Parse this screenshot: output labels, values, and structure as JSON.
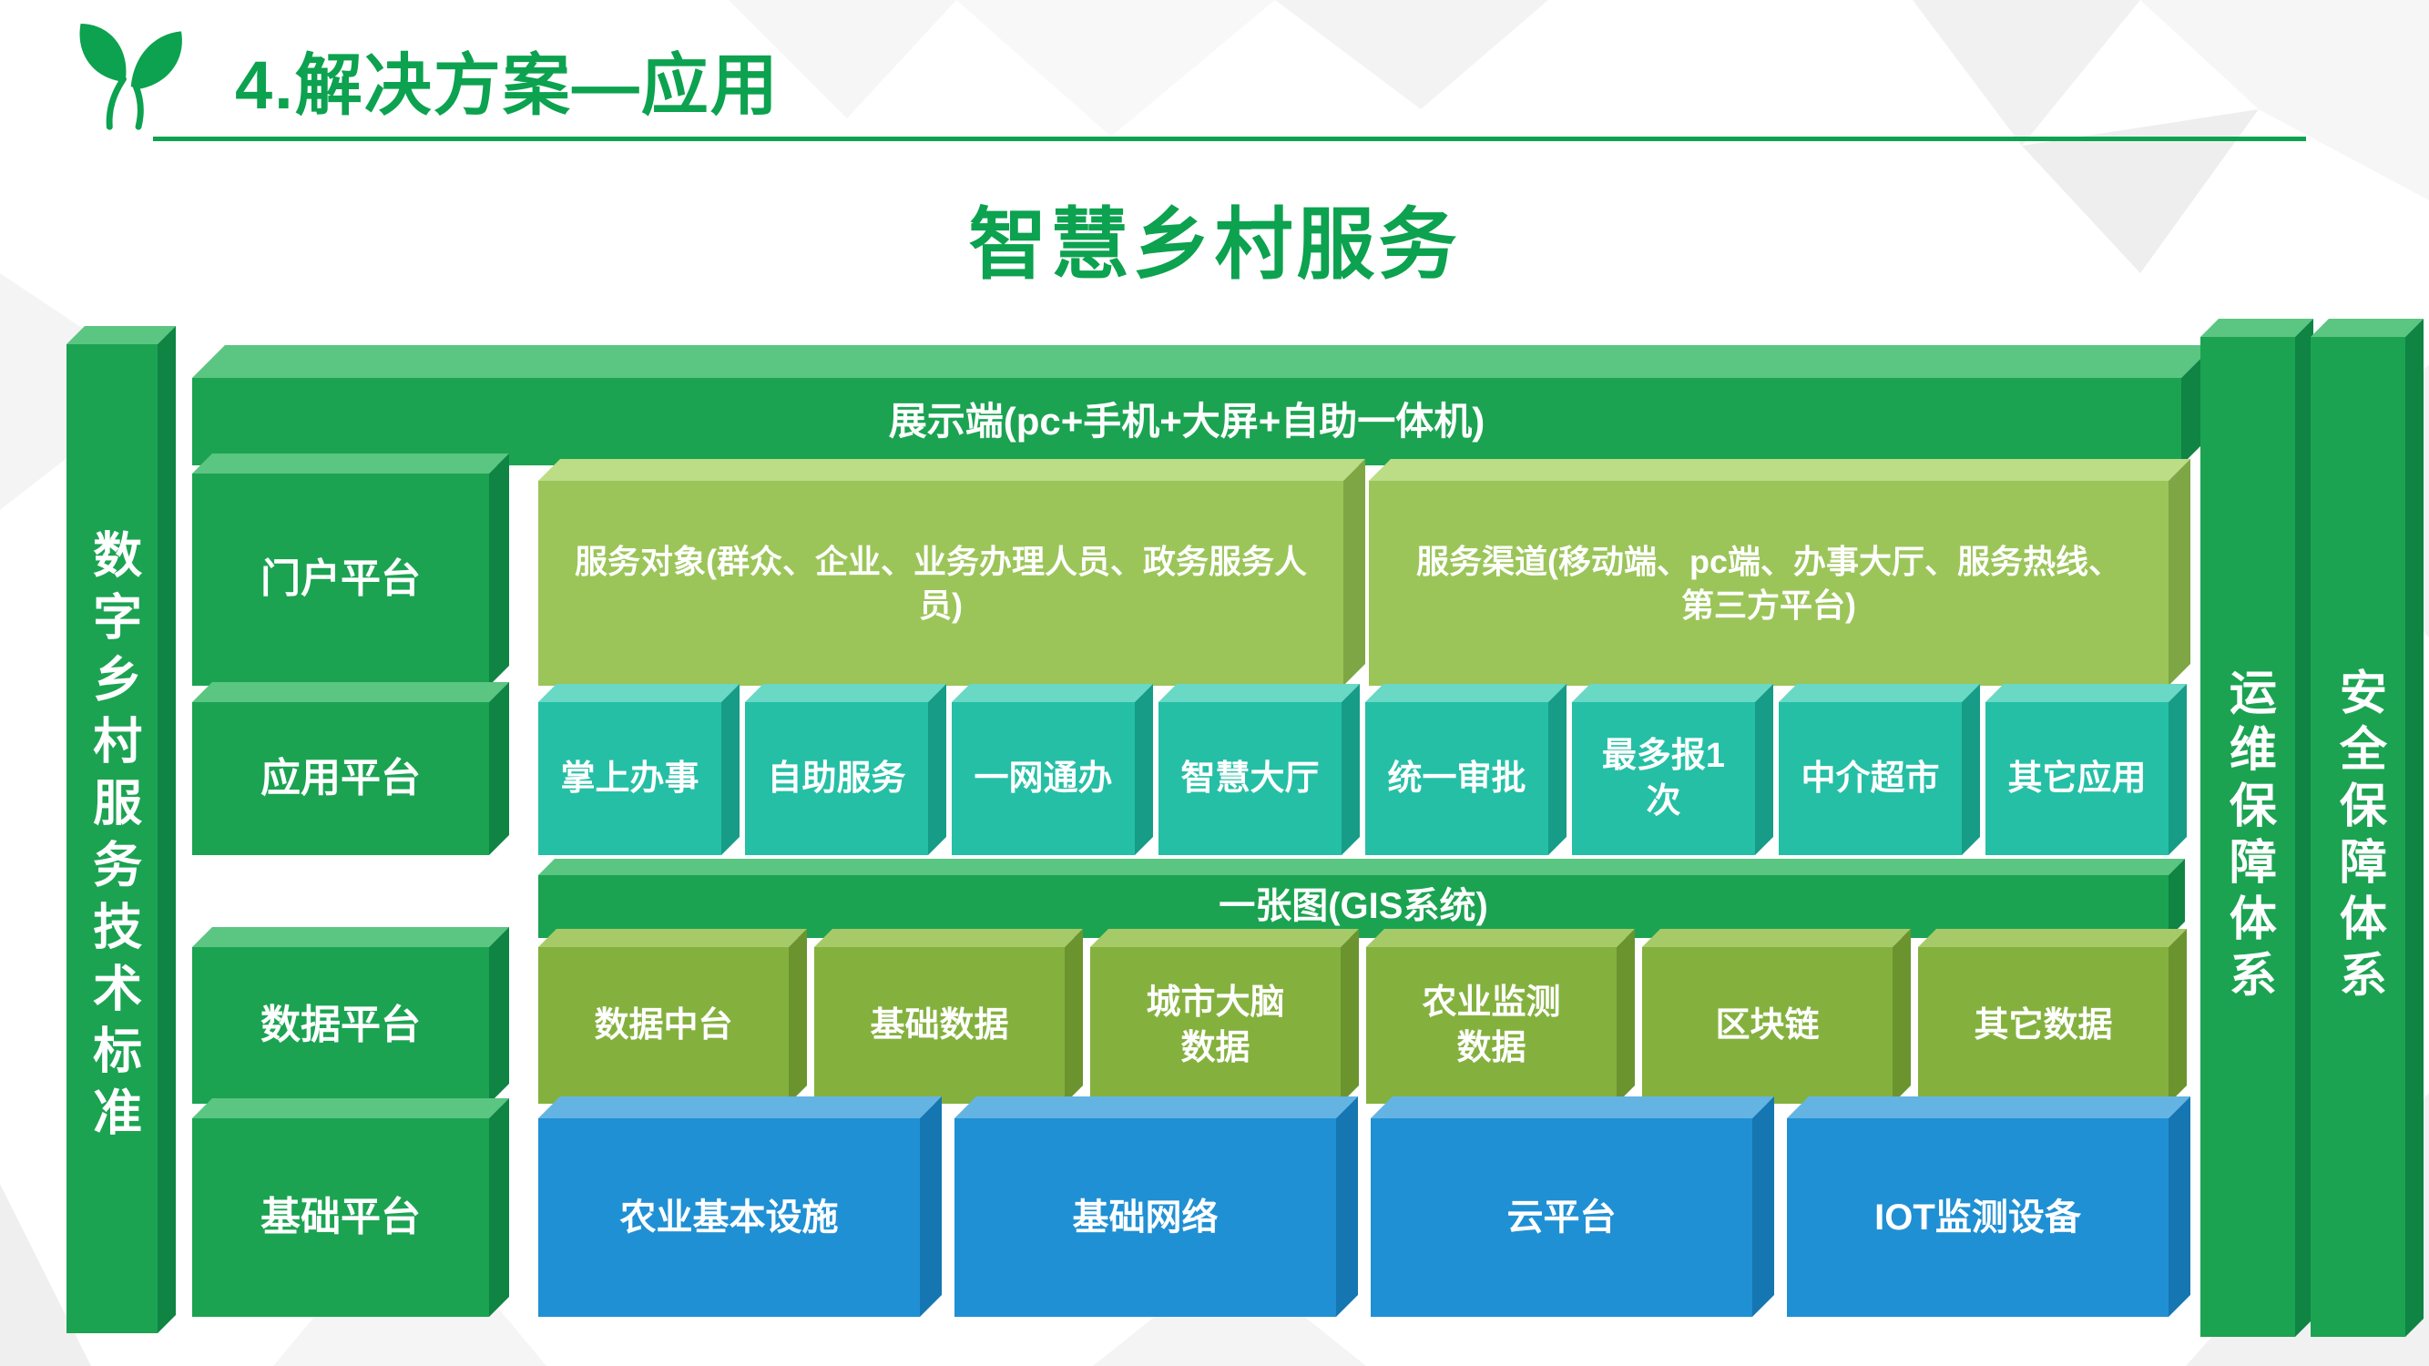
{
  "header": {
    "title": "4.解决方案—应用"
  },
  "diagram": {
    "title": "智慧乡村服务",
    "left_bar": "数字乡村服务技术标准",
    "right_bar_1": "运维保障体系",
    "right_bar_2": "安全保障体系",
    "display_bar": "展示端(pc+手机+大屏+自助一体机)",
    "gis_bar": "一张图(GIS系统)",
    "platform_labels": [
      "门户平台",
      "应用平台",
      "数据平台",
      "基础平台"
    ],
    "portal_row": [
      "服务对象(群众、企业、业务办理人员、政务服务人员)",
      "服务渠道(移动端、pc端、办事大厅、服务热线、第三方平台)"
    ],
    "app_row": [
      "掌上办事",
      "自助服务",
      "一网通办",
      "智慧大厅",
      "统一审批",
      "最多报1次",
      "中介超市",
      "其它应用"
    ],
    "data_row": [
      "数据中台",
      "基础数据",
      "城市大脑数据",
      "农业监测数据",
      "区块链",
      "其它数据"
    ],
    "infra_row": [
      "农业基本设施",
      "基础网络",
      "云平台",
      "IOT监测设备"
    ]
  },
  "colors": {
    "title_green": "#0ca24f",
    "block_green": "#1ba352",
    "block_lime": "#9bc559",
    "block_teal": "#25bfa6",
    "block_olive": "#84b13e",
    "block_blue": "#2090d4"
  }
}
